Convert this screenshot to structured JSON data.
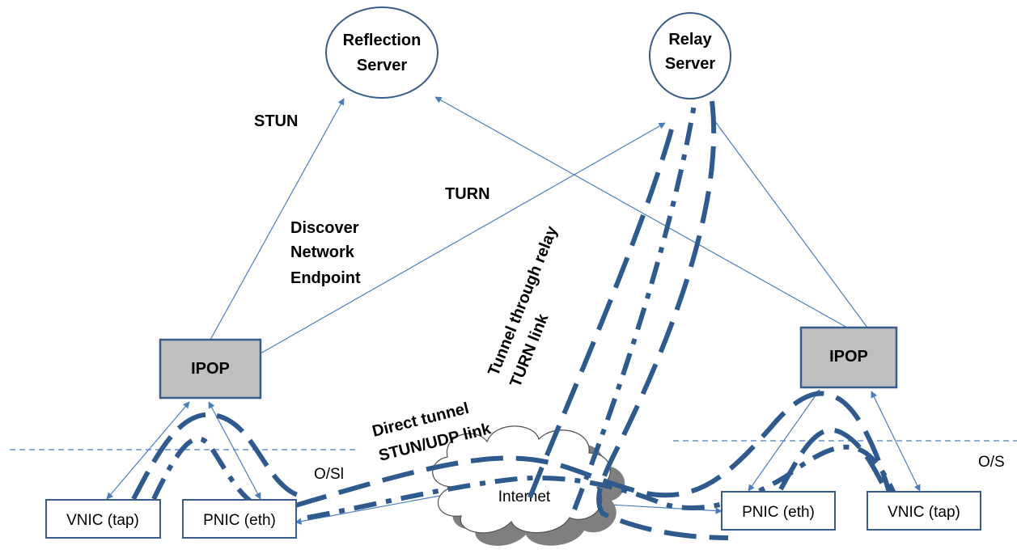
{
  "servers": {
    "reflection": {
      "line1": "Reflection",
      "line2": "Server"
    },
    "relay": {
      "line1": "Relay",
      "line2": "Server"
    }
  },
  "ipop": {
    "left": "IPOP",
    "right": "IPOP"
  },
  "nics": {
    "left_vnic": "VNIC (tap)",
    "left_pnic": "PNIC (eth)",
    "right_pnic": "PNIC (eth)",
    "right_vnic": "VNIC (tap)"
  },
  "cloud_label": "Internet",
  "labels": {
    "stun": "STUN",
    "turn": "TURN",
    "discover": [
      "Discover",
      "Network",
      "Endpoint"
    ],
    "relay_tunnel": [
      "Tunnel through relay",
      "TURN link"
    ],
    "direct_tunnel": [
      "Direct tunnel",
      "STUN/UDP link"
    ],
    "os_left": "O/Sl",
    "os_right": "O/S"
  },
  "colors": {
    "line": "#4a7ebb",
    "tunnel": "#2e5a8e",
    "box_border": "#385d8a",
    "ipop_fill": "#bfbfbf",
    "cloud_shadow": "#7f7f7f"
  }
}
